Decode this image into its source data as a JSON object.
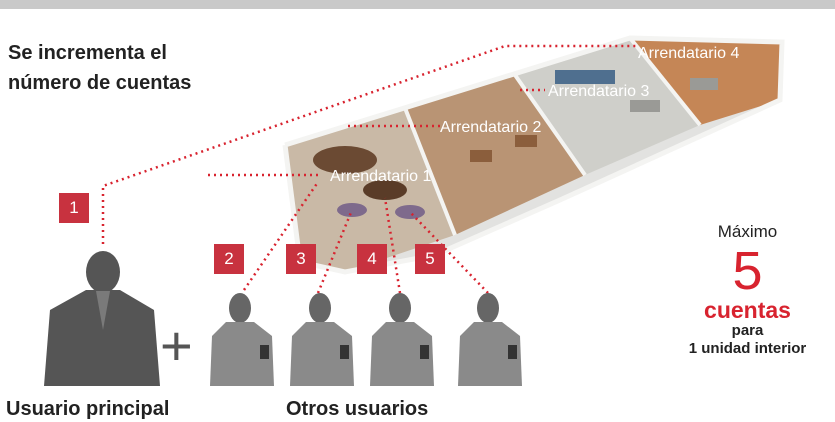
{
  "headline": {
    "line1": "Se incrementa el",
    "line2": "número de cuentas"
  },
  "tenants": [
    "Arrendatario 1",
    "Arrendatario 2",
    "Arrendatario 3",
    "Arrendatario 4"
  ],
  "tags": [
    "1",
    "2",
    "3",
    "4",
    "5"
  ],
  "plus": "+",
  "captions": {
    "main_user": "Usuario principal",
    "other_users": "Otros usuarios"
  },
  "side_note": {
    "label": "Máximo",
    "number": "5",
    "unit": "cuentas",
    "line3": "para",
    "line4": "1 unidad interior"
  },
  "colors": {
    "accent": "#d8232f",
    "tag": "#c8323f",
    "figure": "#555555",
    "suit": "#8a8a8a"
  }
}
